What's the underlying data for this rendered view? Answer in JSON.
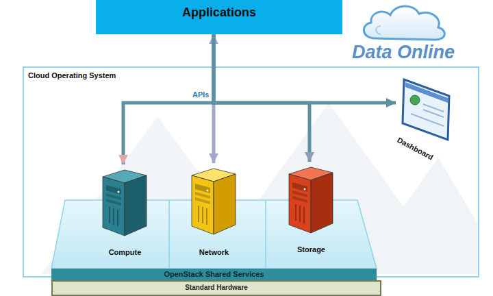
{
  "diagram": {
    "nodes": [
      {
        "text": [
          "Applications"
        ]
      },
      {
        "text": [
          "Cloud Operating System"
        ]
      },
      {
        "text": [
          "Compute"
        ],
        "in": 1
      },
      {
        "text": [
          "Network"
        ],
        "in": 1
      },
      {
        "text": [
          "Storage"
        ],
        "in": 1
      },
      {
        "text": [
          "Dashboard"
        ],
        "in": 1
      },
      {
        "text": [
          "OpenStack Shared Services"
        ]
      },
      {
        "text": [
          "Standard Hardware"
        ]
      }
    ],
    "edges": [
      {
        "from": 0,
        "to": 3,
        "arrow": "both"
      },
      {
        "from": 0,
        "to": 2,
        "arrow": "to",
        "label": "APIs"
      },
      {
        "from": 0,
        "to": 4,
        "arrow": "to"
      },
      {
        "from": 0,
        "to": 5,
        "arrow": "to"
      }
    ],
    "labels": [
      "Data Online"
    ]
  }
}
